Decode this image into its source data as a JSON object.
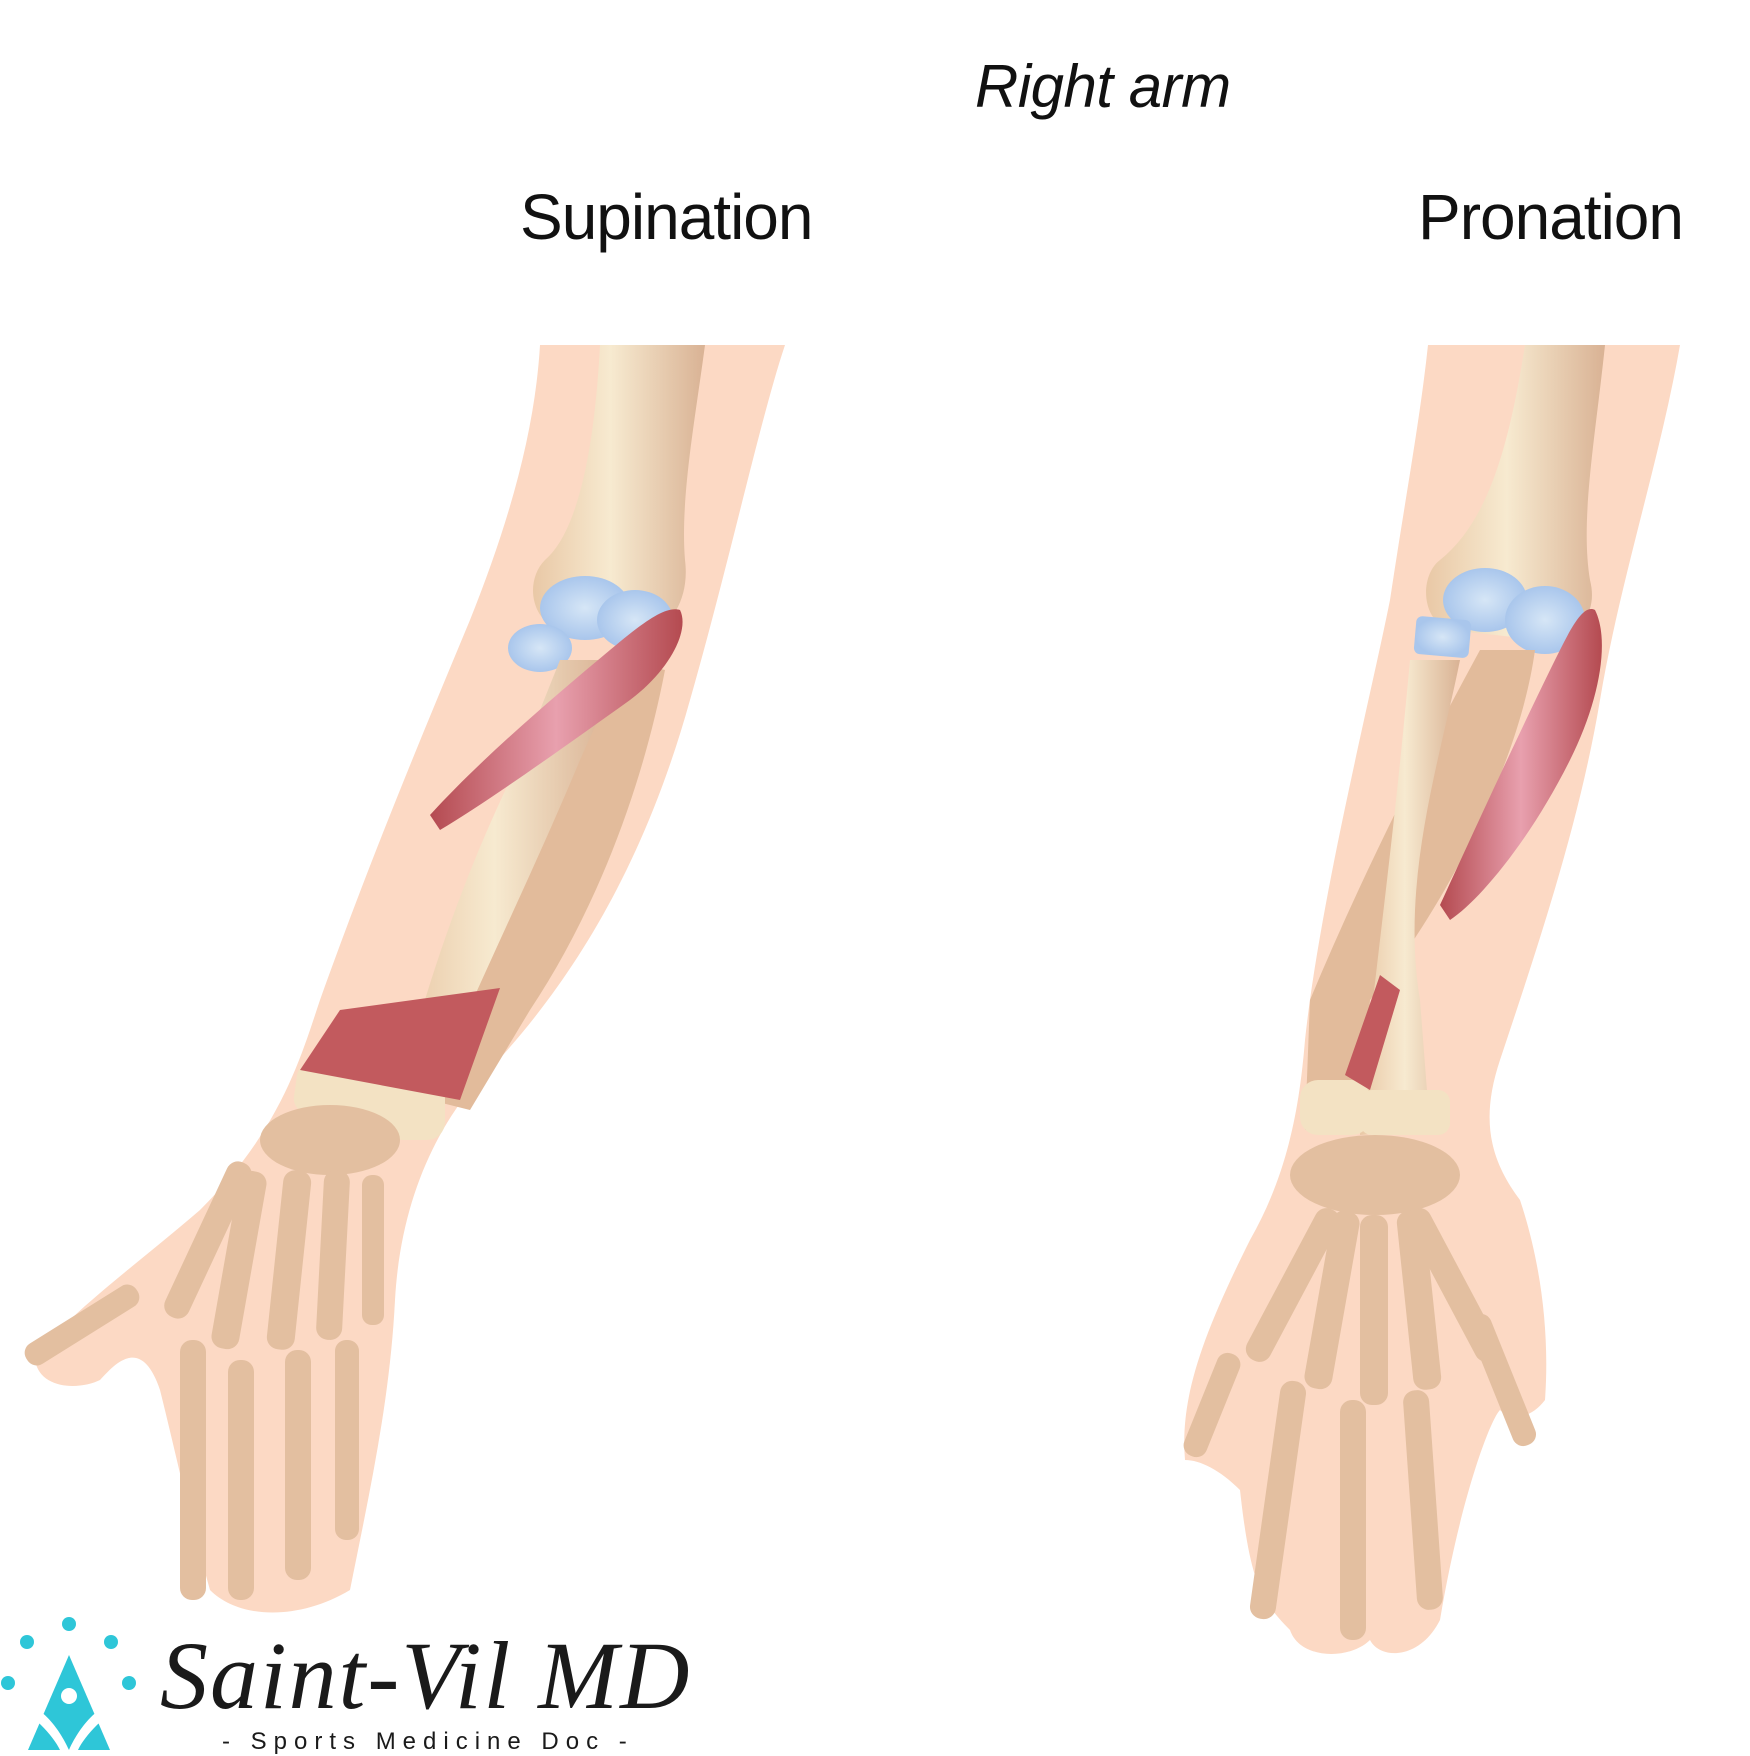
{
  "figure": {
    "title": "Right arm",
    "panels": [
      {
        "label": "Supination",
        "position": "left"
      },
      {
        "label": "Pronation",
        "position": "right"
      }
    ]
  },
  "colors": {
    "skin": "#fcd9c4",
    "bone": "#e8c9a8",
    "bone_light": "#f5e6c8",
    "bone_shadow": "#d7b093",
    "cartilage": "#b9d3ee",
    "muscle": "#c25a5e",
    "muscle_highlight": "#e9a3b0",
    "tendon": "#c8cdd8",
    "logo_accent": "#2ec6d8",
    "text": "#111111"
  },
  "logo": {
    "icon": "figure-with-dots-icon",
    "name": "Saint-Vil MD",
    "tagline": "- Sports Medicine Doc -"
  }
}
